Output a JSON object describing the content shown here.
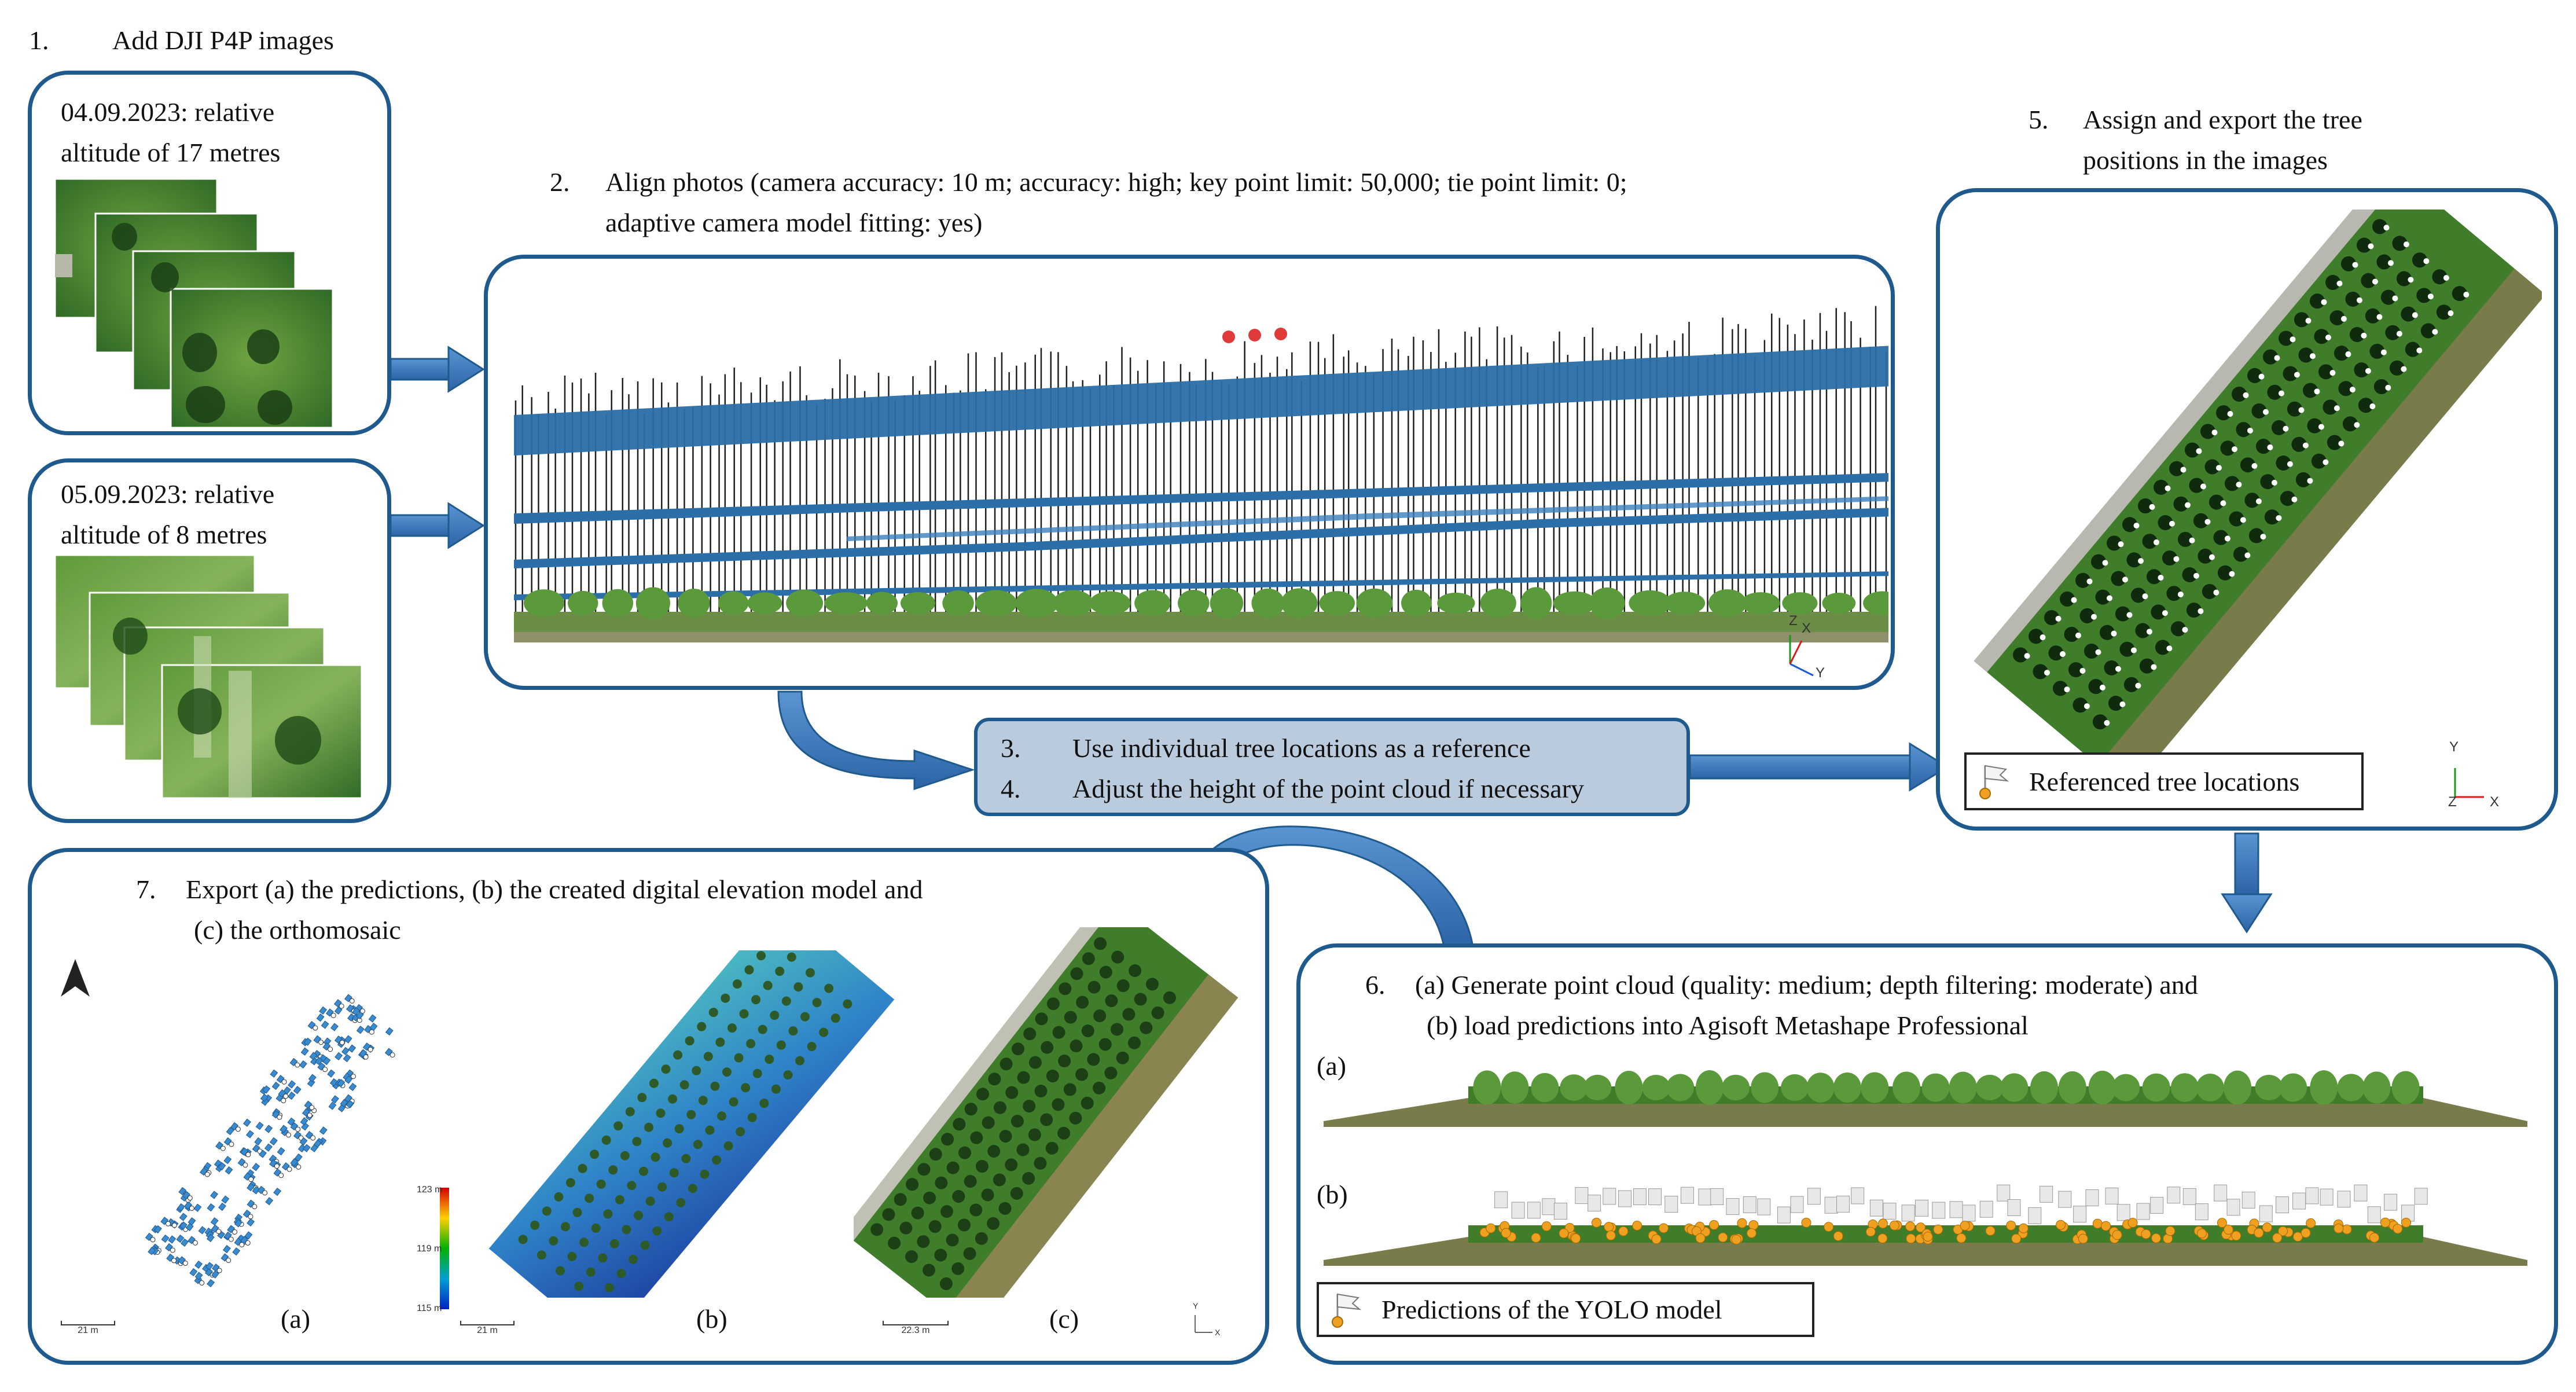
{
  "step1": {
    "number": "1.",
    "text": "Add DJI P4P images"
  },
  "box_a": {
    "line1": "04.09.2023: relative",
    "line2": "altitude of 17 metres"
  },
  "box_b": {
    "line1": "05.09.2023: relative",
    "line2": "altitude of 8 metres"
  },
  "step2": {
    "number": "2.",
    "line1": "Align photos (camera accuracy: 10 m; accuracy: high; key point limit: 50,000; tie point limit: 0;",
    "line2": "adaptive camera model fitting: yes)"
  },
  "step3": {
    "number": "3.",
    "text": "Use individual tree locations as a reference"
  },
  "step4": {
    "number": "4.",
    "text": "Adjust the height of the point cloud if necessary"
  },
  "step5": {
    "number": "5.",
    "line1": "Assign and export the tree",
    "line2": "positions in the images"
  },
  "step5_legend": "Referenced tree locations",
  "step6": {
    "number": "6.",
    "line1": "(a) Generate point cloud (quality: medium; depth filtering: moderate) and",
    "line2": "(b) load predictions into Agisoft Metashape Professional",
    "label_a": "(a)",
    "label_b": "(b)"
  },
  "step6_legend": "Predictions of the YOLO model",
  "step7": {
    "number": "7.",
    "line1": "Export (a) the predictions, (b) the created digital elevation model and",
    "line2": "(c) the orthomosaic",
    "label_a": "(a)",
    "label_b": "(b)",
    "label_c": "(c)"
  },
  "axes_step2": {
    "z": "Z",
    "x": "X",
    "y": "Y"
  },
  "axes_step5": {
    "y": "Y",
    "z": "Z",
    "x": "X"
  },
  "axes_step7": {
    "y": "Y",
    "x": "X"
  },
  "scalebars": {
    "a": "21 m",
    "b": "21 m",
    "c": "22.3 m"
  },
  "dem_legend": {
    "max": "123 m",
    "mid": "119 m",
    "min": "115 m"
  },
  "colors": {
    "frame": "#1f5a8e",
    "arrow": "#3a7ac0",
    "step34_fill": "#b9cbdd",
    "water_blue": "#2b6ea8",
    "grass": "#3f7d2a",
    "prediction": "#f0a020"
  }
}
